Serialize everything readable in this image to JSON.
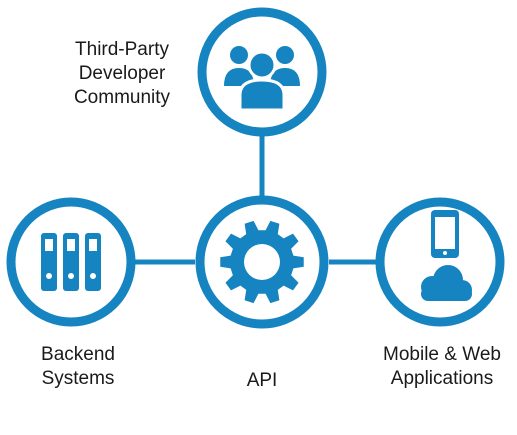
{
  "colors": {
    "ring": "#1584c0",
    "icon": "#1584c0",
    "connector": "#1584c0",
    "text": "#1a1a1a"
  },
  "nodes": {
    "community": {
      "icon": "users-group-icon",
      "label_lines": [
        "Third-Party",
        "Developer",
        "Community"
      ]
    },
    "api": {
      "icon": "gear-icon",
      "label_lines": [
        "API"
      ]
    },
    "backend": {
      "icon": "server-racks-icon",
      "label_lines": [
        "Backend",
        "Systems"
      ]
    },
    "apps": {
      "icon": "phone-and-cloud-icon",
      "label_lines": [
        "Mobile & Web",
        "Applications"
      ]
    }
  }
}
